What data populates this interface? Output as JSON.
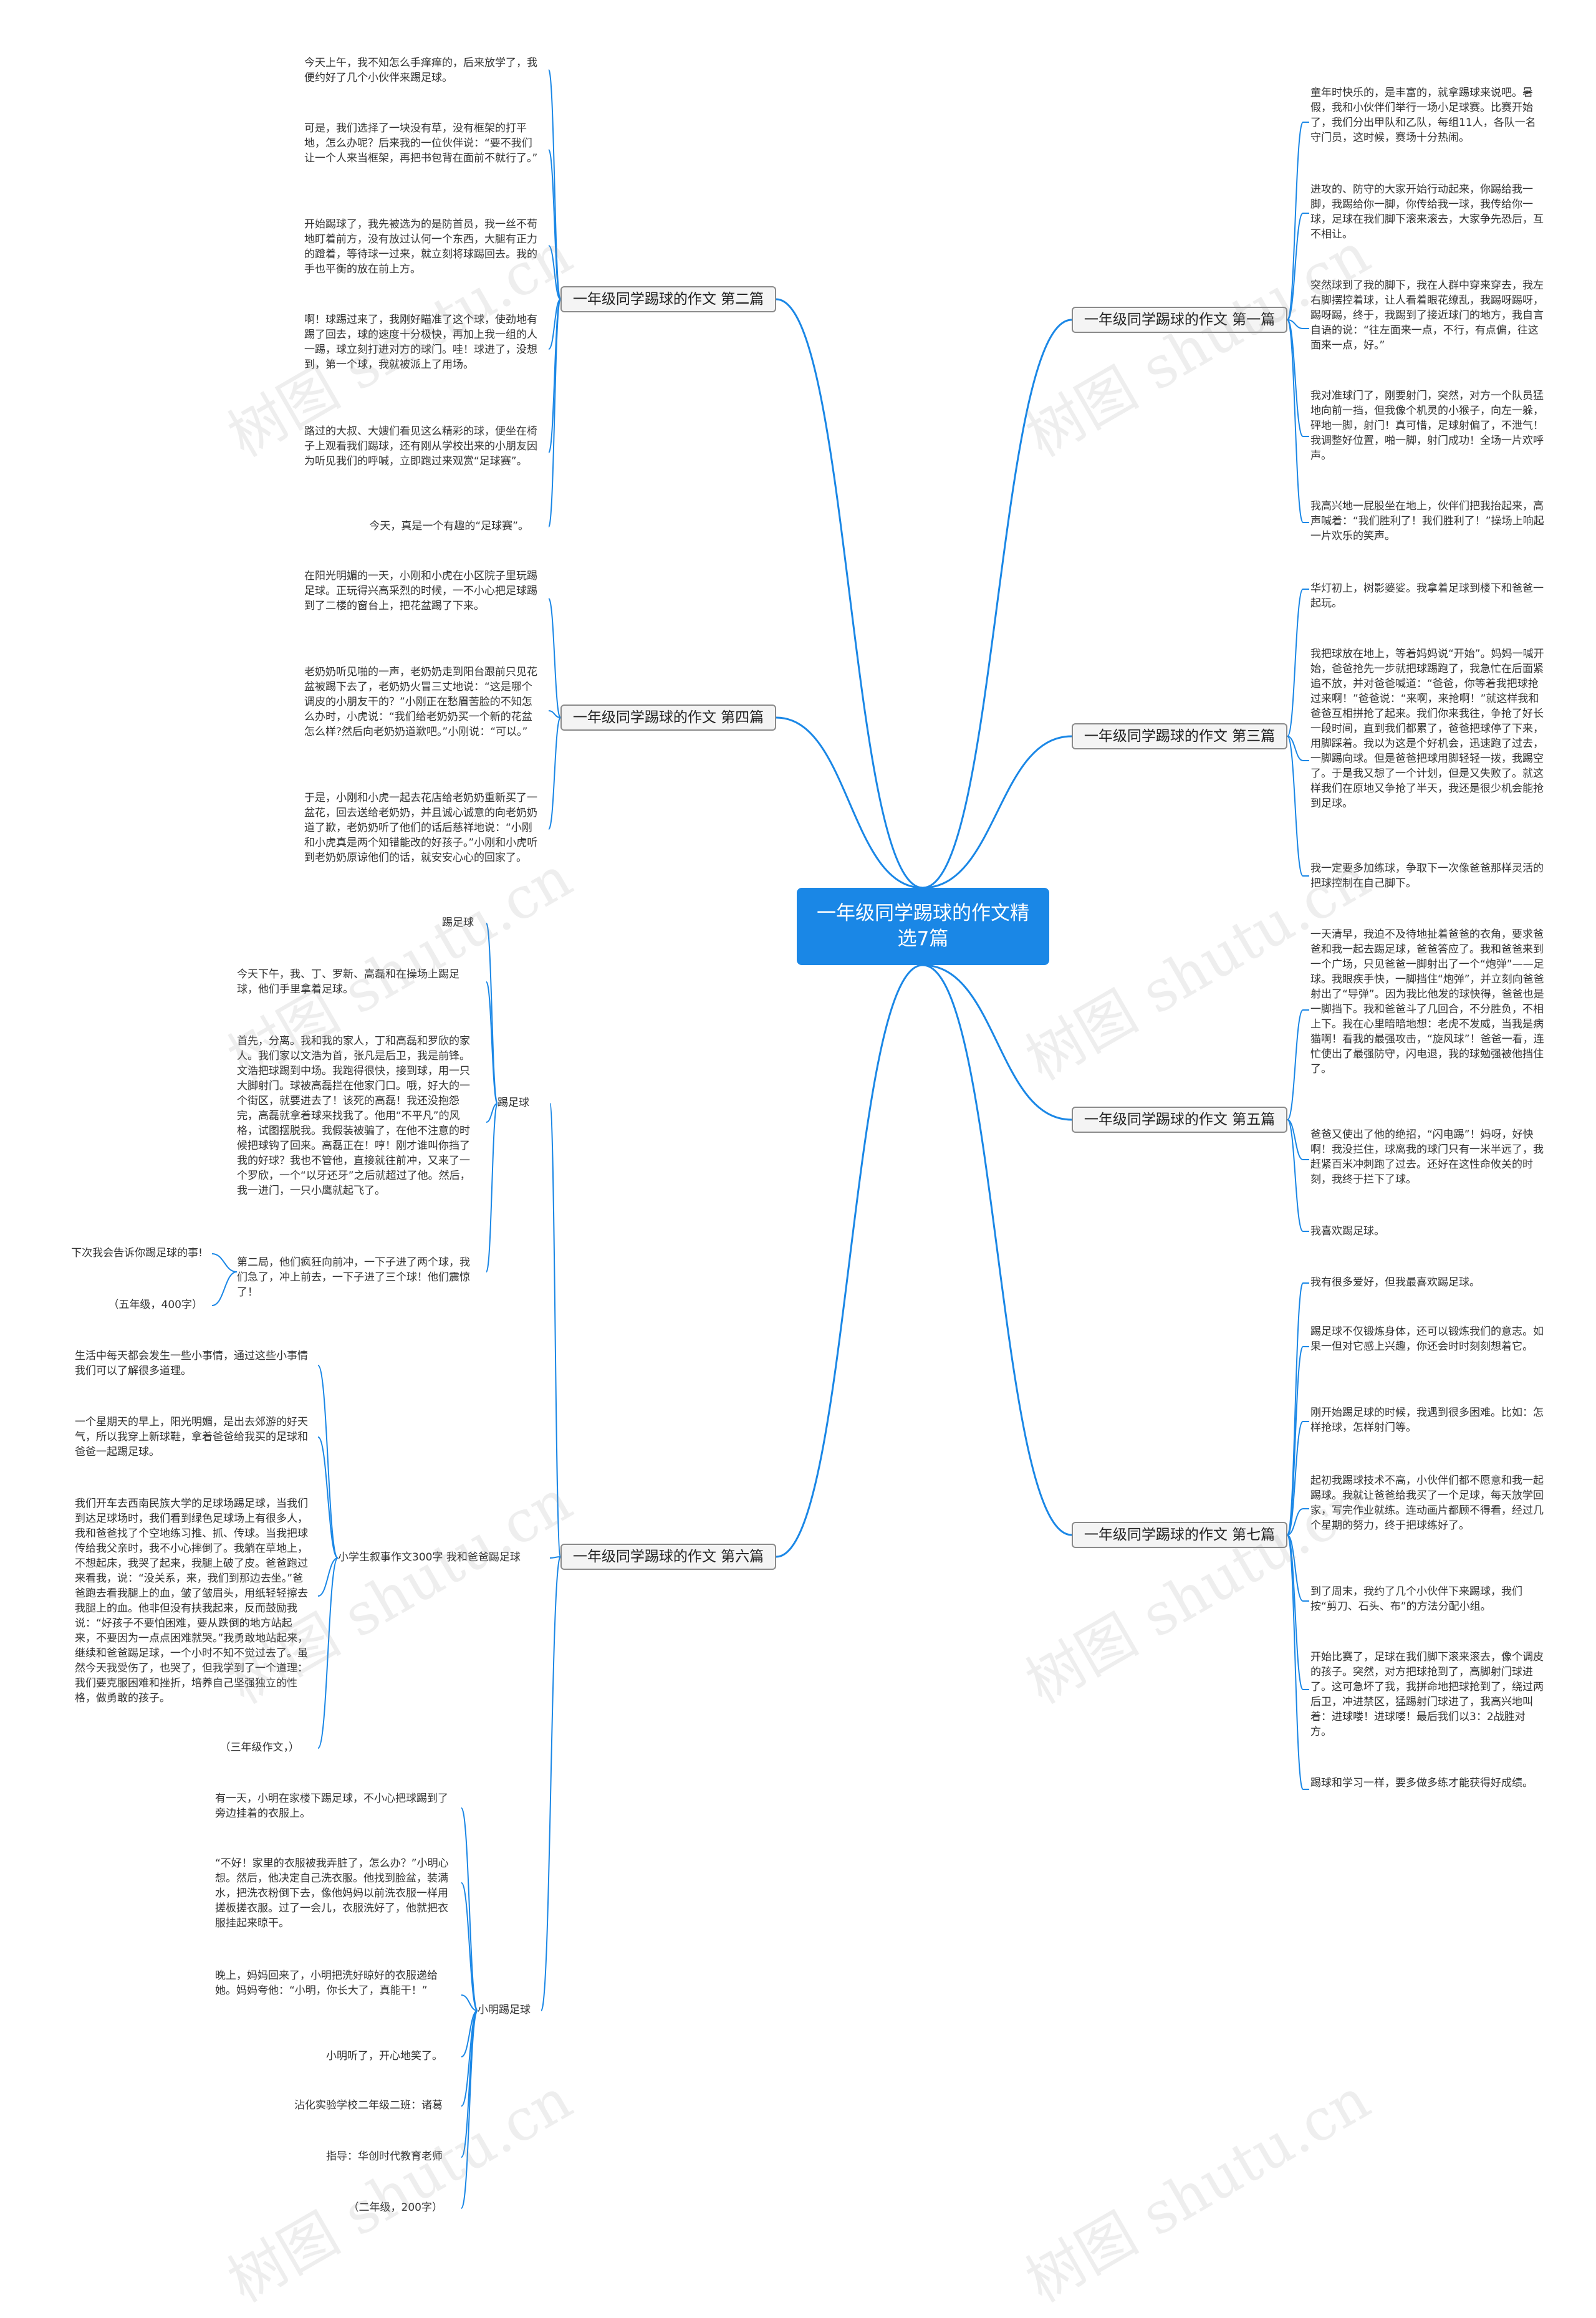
{
  "center": "一年级同学踢球的作文精选7篇",
  "watermark": "树图 shutu.cn",
  "colors": {
    "accent": "#1a87e6",
    "line": "#1a87e6",
    "branch_bg": "#f4f4f4"
  },
  "branches": [
    {
      "label": "一年级同学踢球的作文 第一篇",
      "leaves": [
        "童年时快乐的，是丰富的，就拿踢球来说吧。暑假，我和小伙伴们举行一场小足球赛。比赛开始了，我们分出甲队和乙队，每组11人，各队一名守门员，这时候，赛场十分热闹。",
        "进攻的、防守的大家开始行动起来，你踢给我一脚，我踢给你一脚，你传给我一球，我传给你一球，足球在我们脚下滚来滚去，大家争先恐后，互不相让。",
        "突然球到了我的脚下，我在人群中穿来穿去，我左右脚摆控着球，让人看着眼花缭乱，我踢呀踢呀，踢呀踢，终于，我踢到了接近球门的地方，我自言自语的说：“往左面来一点，不行，有点偏，往这面来一点，好。”",
        "我对准球门了，刚要射门，突然，对方一个队员猛地向前一挡，但我像个机灵的小猴子，向左一躲，砰地一脚，射门！真可惜，足球射偏了，不泄气！我调整好位置，啪一脚，射门成功！全场一片欢呼声。",
        "我高兴地一屁股坐在地上，伙伴们把我抬起来，高声喊着：“我们胜利了！我们胜利了！”操场上响起一片欢乐的笑声。"
      ]
    },
    {
      "label": "一年级同学踢球的作文 第二篇",
      "leaves": [
        "今天上午，我不知怎么手痒痒的，后来放学了，我便约好了几个小伙伴来踢足球。",
        "可是，我们选择了一块没有草，没有框架的打平地，怎么办呢？后来我的一位伙伴说：“要不我们让一个人来当框架，再把书包背在面前不就行了。”",
        "开始踢球了，我先被选为的是防首员，我一丝不苟地盯着前方，没有放过认何一个东西，大腿有正力的蹬着，等待球一过来，就立刻将球踢回去。我的手也平衡的放在前上方。",
        "啊！球踢过来了，我刚好瞄准了这个球，使劲地有踢了回去，球的速度十分极快，再加上我一组的人一踢，球立刻打进对方的球门。哇！球进了，没想到，第一个球，我就被派上了用场。",
        "路过的大叔、大嫂们看见这么精彩的球，便坐在椅子上观看我们踢球，还有刚从学校出来的小朋友因为听见我们的呼喊，立即跑过来观赏“足球赛”。",
        "今天，真是一个有趣的“足球赛”。"
      ]
    },
    {
      "label": "一年级同学踢球的作文 第三篇",
      "leaves": [
        "华灯初上，树影婆娑。我拿着足球到楼下和爸爸一起玩。",
        "我把球放在地上，等着妈妈说“开始”。妈妈一喊开始，爸爸抢先一步就把球踢跑了，我急忙在后面紧追不放，并对爸爸喊道：“爸爸，你等着我把球抢过来啊！”爸爸说：“来啊，来抢啊！”就这样我和爸爸互相拼抢了起来。我们你来我往，争抢了好长一段时间，直到我们都累了，爸爸把球停了下来，用脚踩着。我以为这是个好机会，迅速跑了过去，一脚踢向球。但是爸爸把球用脚轻轻一拨，我踢空了。于是我又想了一个计划，但是又失败了。就这样我们在原地又争抢了半天，我还是很少机会能抢到足球。",
        "我一定要多加练球，争取下一次像爸爸那样灵活的把球控制在自己脚下。"
      ]
    },
    {
      "label": "一年级同学踢球的作文 第四篇",
      "leaves": [
        "在阳光明媚的一天，小刚和小虎在小区院子里玩踢足球。正玩得兴高采烈的时候，一不小心把足球踢到了二楼的窗台上，把花盆踢了下来。",
        "老奶奶听见啪的一声，老奶奶走到阳台跟前只见花盆被踢下去了，老奶奶火冒三丈地说：“这是哪个调皮的小朋友干的？”小刚正在愁眉苦脸的不知怎么办时，小虎说：“我们给老奶奶买一个新的花盆怎么样?然后向老奶奶道歉吧。”小刚说：“可以。”",
        "于是，小刚和小虎一起去花店给老奶奶重新买了一盆花，回去送给老奶奶，并且诚心诚意的向老奶奶道了歉，老奶奶听了他们的话后慈祥地说：“小刚和小虎真是两个知错能改的好孩子。”小刚和小虎听到老奶奶原谅他们的话，就安安心心的回家了。"
      ]
    },
    {
      "label": "一年级同学踢球的作文 第五篇",
      "leaves": [
        "一天清早，我迫不及待地扯着爸爸的衣角，要求爸爸和我一起去踢足球，爸爸答应了。我和爸爸来到一个广场，只见爸爸一脚射出了一个“炮弹”——足球。我眼疾手快，一脚挡住“炮弹”，并立刻向爸爸射出了“导弹”。因为我比他发的球快得，爸爸也是一脚挡下。我和爸爸斗了几回合，不分胜负，不相上下。我在心里暗暗地想：老虎不发威，当我是病猫啊！看我的最强攻击，“旋风球”！爸爸一看，连忙使出了最强防守，闪电退，我的球勉强被他挡住了。",
        "爸爸又使出了他的绝招，“闪电踢”！妈呀，好快啊！我没拦住，球离我的球门只有一米半远了，我赶紧百米冲刺跑了过去。还好在这性命攸关的时刻，我终于拦下了球。",
        "我喜欢踢足球。"
      ]
    },
    {
      "label": "一年级同学踢球的作文 第六篇",
      "subs": [
        {
          "label": "踢足球",
          "leaves": [
            "踢足球",
            "今天下午，我、丁、罗新、高磊和在操场上踢足球，他们手里拿着足球。",
            "首先，分离。我和我的家人，丁和高磊和罗欣的家人。我们家以文浩为首，张凡是后卫，我是前锋。文浩把球踢到中场。我跑得很快，接到球，用一只大脚射门。球被高磊拦在他家门口。哦，好大的一个街区，就要进去了！该死的高磊！我还没抱怨完，高磊就拿着球来找我了。他用“不平凡”的风格，试图摆脱我。我假装被骗了，在他不注意的时候把球钩了回来。高磊正在！哼！刚才谁叫你挡了我的好球？我也不管他，直接就往前冲，又来了一个罗欣，一个“以牙还牙”之后就超过了他。然后，我一进门，一只小鹰就起飞了。",
            "第二局，他们疯狂向前冲，一下子进了两个球，我们急了，冲上前去，一下子进了三个球！他们震惊了！",
            "下次我会告诉你踢足球的事!",
            "（五年级，400字）"
          ]
        },
        {
          "label": "小学生叙事作文300字 我和爸爸踢足球",
          "leaves": [
            "生活中每天都会发生一些小事情，通过这些小事情我们可以了解很多道理。",
            "一个星期天的早上，阳光明媚，是出去郊游的好天气，所以我穿上新球鞋，拿着爸爸给我买的足球和爸爸一起踢足球。",
            "我们开车去西南民族大学的足球场踢足球，当我们到达足球场时，我们看到绿色足球场上有很多人，我和爸爸找了个空地练习推、抓、传球。当我把球传给我父亲时，我不小心摔倒了。我躺在草地上，不想起床，我哭了起来，我腿上破了皮。爸爸跑过来看我，说：“没关系，来，我们到那边去坐。”爸爸跑去看我腿上的血，皱了皱眉头，用纸轻轻擦去我腿上的血。他非但没有扶我起来，反而鼓励我说：“好孩子不要怕困难，要从跌倒的地方站起来，不要因为一点点困难就哭。”我勇敢地站起来，继续和爸爸踢足球，一个小时不知不觉过去了。虽然今天我受伤了，也哭了，但我学到了一个道理：我们要克服困难和挫折，培养自己坚强独立的性格，做勇敢的孩子。",
            "（三年级作文，）"
          ]
        },
        {
          "label": "小明踢足球",
          "leaves": [
            "有一天，小明在家楼下踢足球，不小心把球踢到了旁边挂着的衣服上。",
            "“不好！家里的衣服被我弄脏了，怎么办？”小明心想。然后，他决定自己洗衣服。他找到脸盆，装满水，把洗衣粉倒下去，像他妈妈以前洗衣服一样用搓板搓衣服。过了一会儿，衣服洗好了，他就把衣服挂起来晾干。",
            "晚上，妈妈回来了，小明把洗好晾好的衣服递给她。妈妈夸他：“小明，你长大了，真能干！”",
            "小明听了，开心地笑了。",
            "沾化实验学校二年级二班：诸葛",
            "指导：华创时代教育老师",
            "（二年级，200字）"
          ]
        }
      ]
    },
    {
      "label": "一年级同学踢球的作文 第七篇",
      "leaves": [
        "我有很多爱好，但我最喜欢踢足球。",
        "踢足球不仅锻炼身体，还可以锻炼我们的意志。如果一但对它感上兴趣，你还会时时刻刻想着它。",
        "刚开始踢足球的时候，我遇到很多困难。比如：怎样抢球，怎样射门等。",
        "起初我踢球技术不高，小伙伴们都不愿意和我一起踢球。我就让爸爸给我买了一个足球，每天放学回家，写完作业就练。连动画片都顾不得看，经过几个星期的努力，终于把球练好了。",
        "到了周末，我约了几个小伙伴下来踢球，我们按“剪刀、石头、布”的方法分配小组。",
        "开始比赛了，足球在我们脚下滚来滚去，像个调皮的孩子。突然，对方把球抢到了，高脚射门球进了。这可急坏了我，我拼命地把球抢到了，绕过两后卫，冲进禁区，猛踢射门球进了，我高兴地叫着：进球喽！进球喽！最后我们以3：2战胜对方。",
        "踢球和学习一样，要多做多练才能获得好成绩。"
      ]
    }
  ]
}
